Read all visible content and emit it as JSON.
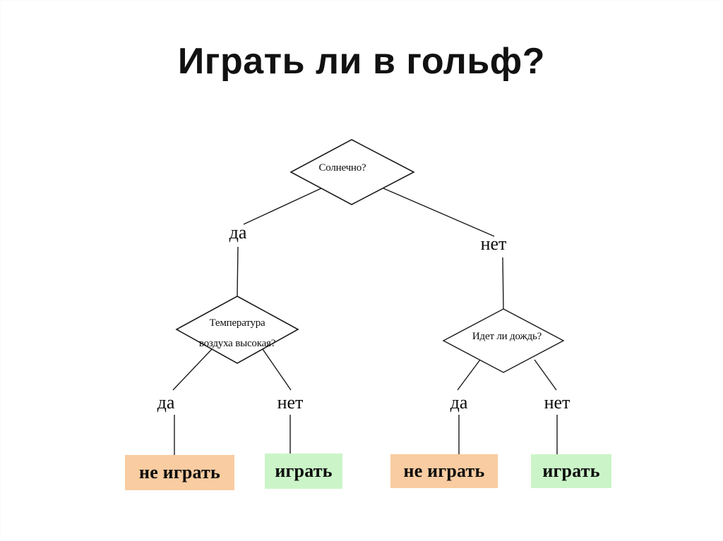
{
  "slide": {
    "title": "Играть ли в гольф?",
    "background_color": "#ffffff"
  },
  "colors": {
    "line": "#1a1a1a",
    "text": "#0d0d0d",
    "leaf_negative_bg": "#f9cca1",
    "leaf_positive_bg": "#cbf5c8"
  },
  "tree": {
    "root": {
      "label": "Солнечно?"
    },
    "left_branch_label": "да",
    "right_branch_label": "нет",
    "left_child": {
      "label_line1": "Температура",
      "label_line2": "воздуха высокая?",
      "yes_label": "да",
      "no_label": "нет",
      "yes_leaf": "не играть",
      "no_leaf": "играть"
    },
    "right_child": {
      "label": "Идет ли дождь?",
      "yes_label": "да",
      "no_label": "нет",
      "yes_leaf": "не играть",
      "no_leaf": "играть"
    }
  }
}
